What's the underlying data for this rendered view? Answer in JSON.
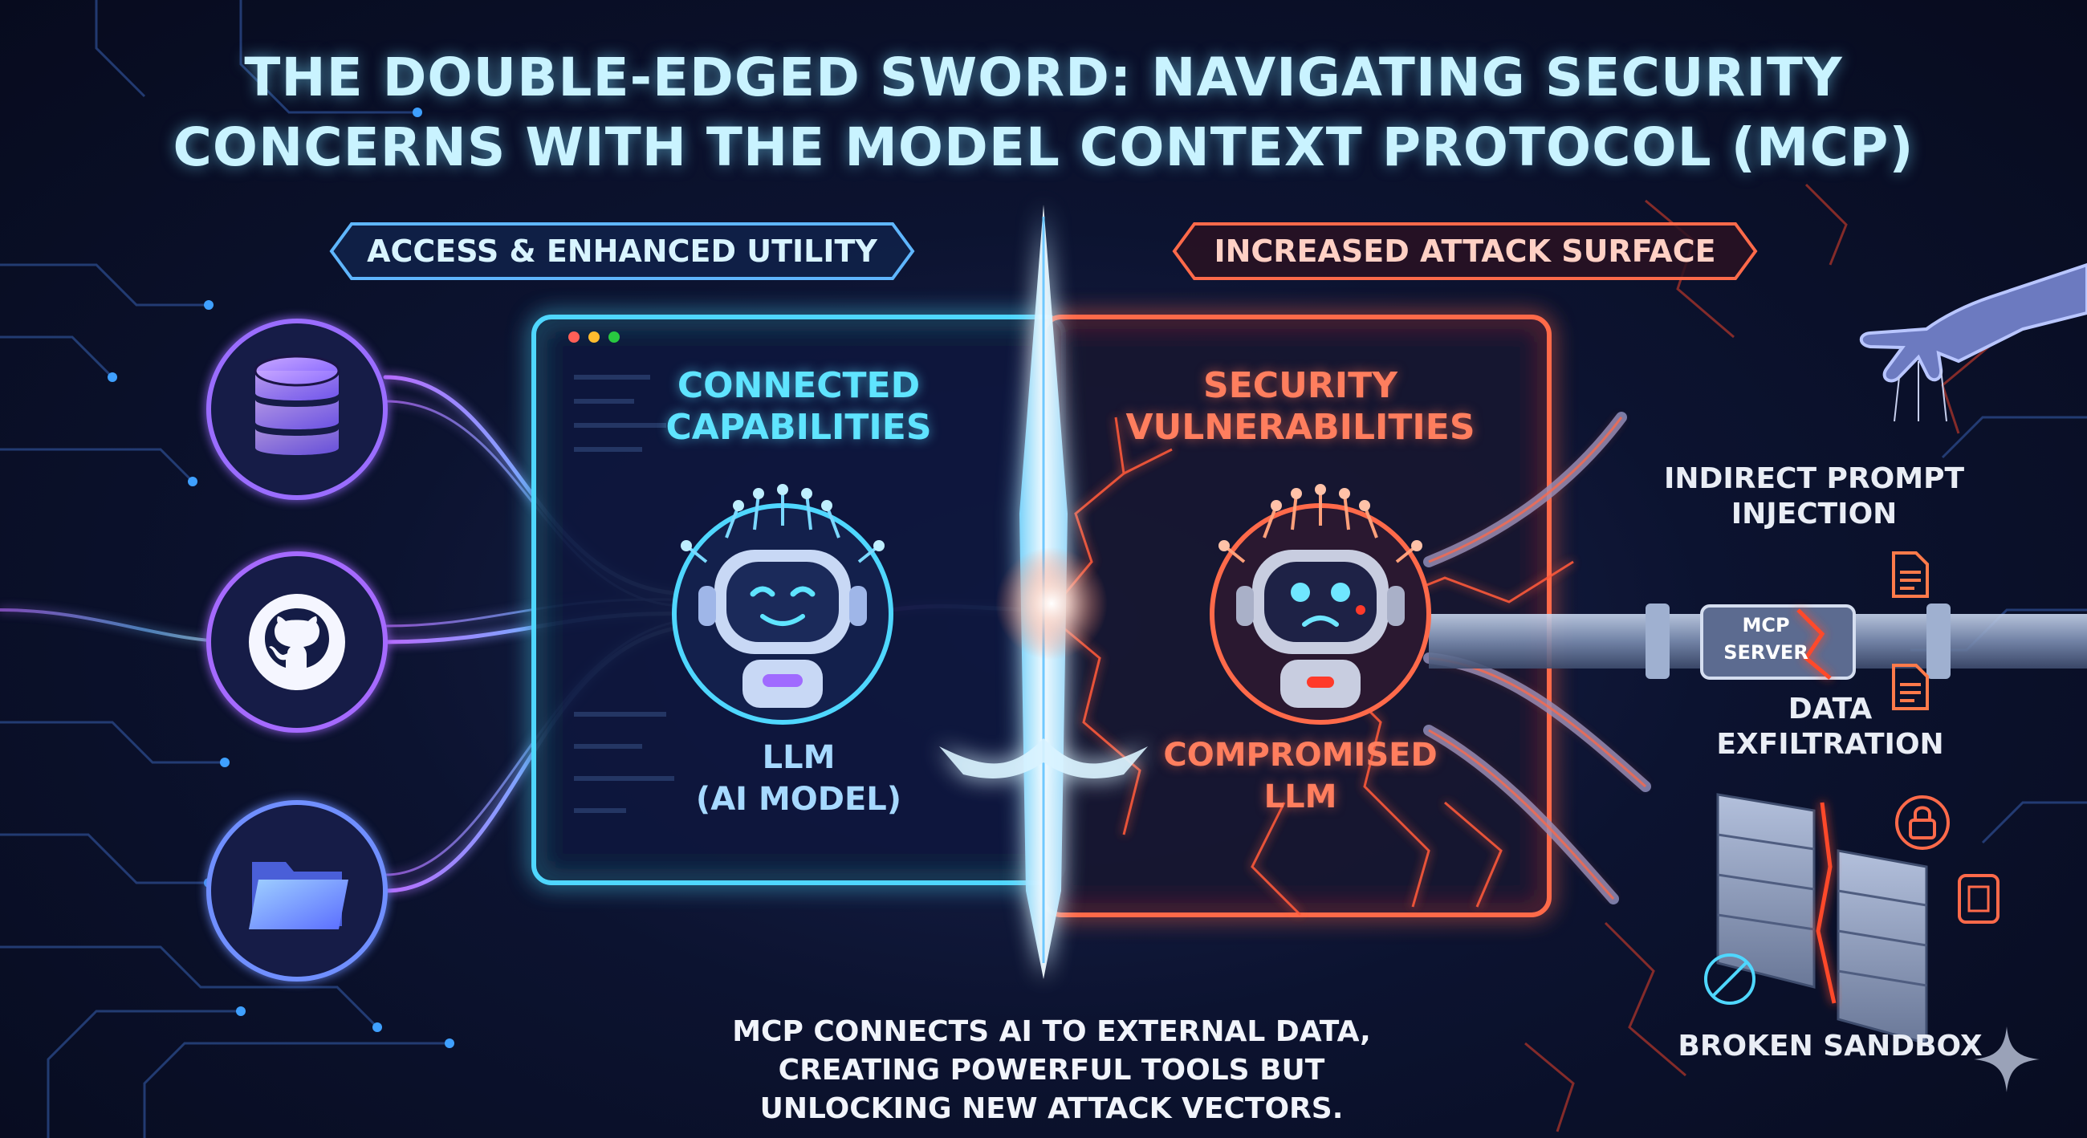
{
  "title": {
    "line1": "THE DOUBLE-EDGED SWORD: NAVIGATING SECURITY",
    "line2": "CONCERNS WITH THE MODEL CONTEXT PROTOCOL (MCP)"
  },
  "left": {
    "tag": "ACCESS & ENHANCED UTILITY",
    "panel_title": [
      "CONNECTED",
      "CAPABILITIES"
    ],
    "model_label": [
      "LLM",
      "(AI MODEL)"
    ],
    "sources": [
      "database-icon",
      "github-icon",
      "folder-icon"
    ]
  },
  "right": {
    "tag": "INCREASED ATTACK SURFACE",
    "panel_title": [
      "SECURITY",
      "VULNERABILITIES"
    ],
    "model_label": [
      "COMPROMISED",
      "LLM"
    ],
    "threats": {
      "injection": [
        "INDIRECT PROMPT",
        "INJECTION"
      ],
      "server": [
        "MCP",
        "SERVER"
      ],
      "exfiltration": [
        "DATA",
        "EXFILTRATION"
      ],
      "sandbox": "BROKEN SANDBOX"
    }
  },
  "caption": [
    "MCP CONNECTS AI TO EXTERNAL DATA,",
    "CREATING POWERFUL TOOLS BUT",
    "UNLOCKING NEW ATTACK VECTORS."
  ],
  "colors": {
    "background": "#0c1330",
    "accent_safe": "#5fe4ff",
    "accent_flow": "#a56bff",
    "accent_danger": "#ff6a4a"
  }
}
